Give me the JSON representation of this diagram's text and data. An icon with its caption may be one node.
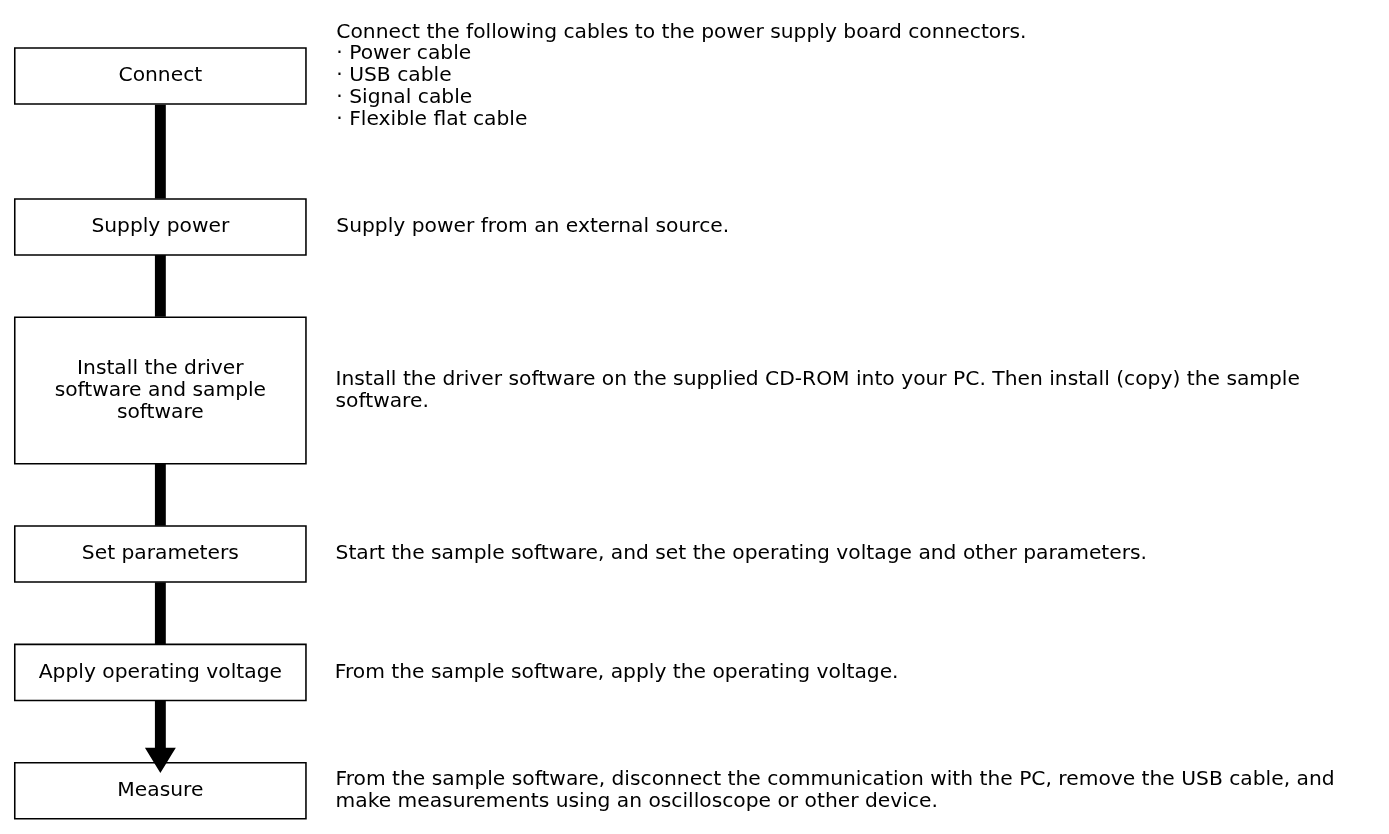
{
  "diagram": {
    "nodes": [
      {
        "text": [
          "Connect"
        ],
        "beside": [
          "Connect the following cables to the power supply board connectors.",
          "· Power cable",
          "· USB cable",
          "· Signal cable",
          "· Flexible flat cable"
        ]
      },
      {
        "text": [
          "Supply power"
        ],
        "beside": [
          "Supply power from an external source."
        ]
      },
      {
        "text": [
          "Install the driver software and sample software"
        ],
        "beside": [
          "Install the driver software on the supplied CD-ROM into your PC. Then install (copy) the sample software."
        ]
      },
      {
        "text": [
          "Set parameters"
        ],
        "beside": [
          "Start the sample software, and set the operating voltage and other parameters."
        ]
      },
      {
        "text": [
          "Apply operating voltage"
        ],
        "beside": [
          "From the sample software, apply the operating voltage."
        ]
      },
      {
        "text": [
          "Measure"
        ],
        "beside": [
          "From the sample software, disconnect the communication with the PC, remove the USB cable, and make measurements using an oscilloscope or other device."
        ]
      }
    ],
    "edges": [
      {
        "from": 0,
        "to": 1,
        "arrow": "none"
      },
      {
        "from": 1,
        "to": 2,
        "arrow": "none"
      },
      {
        "from": 2,
        "to": 3,
        "arrow": "none"
      },
      {
        "from": 3,
        "to": 4,
        "arrow": "none"
      },
      {
        "from": 4,
        "to": 5,
        "arrow": "to"
      }
    ]
  }
}
